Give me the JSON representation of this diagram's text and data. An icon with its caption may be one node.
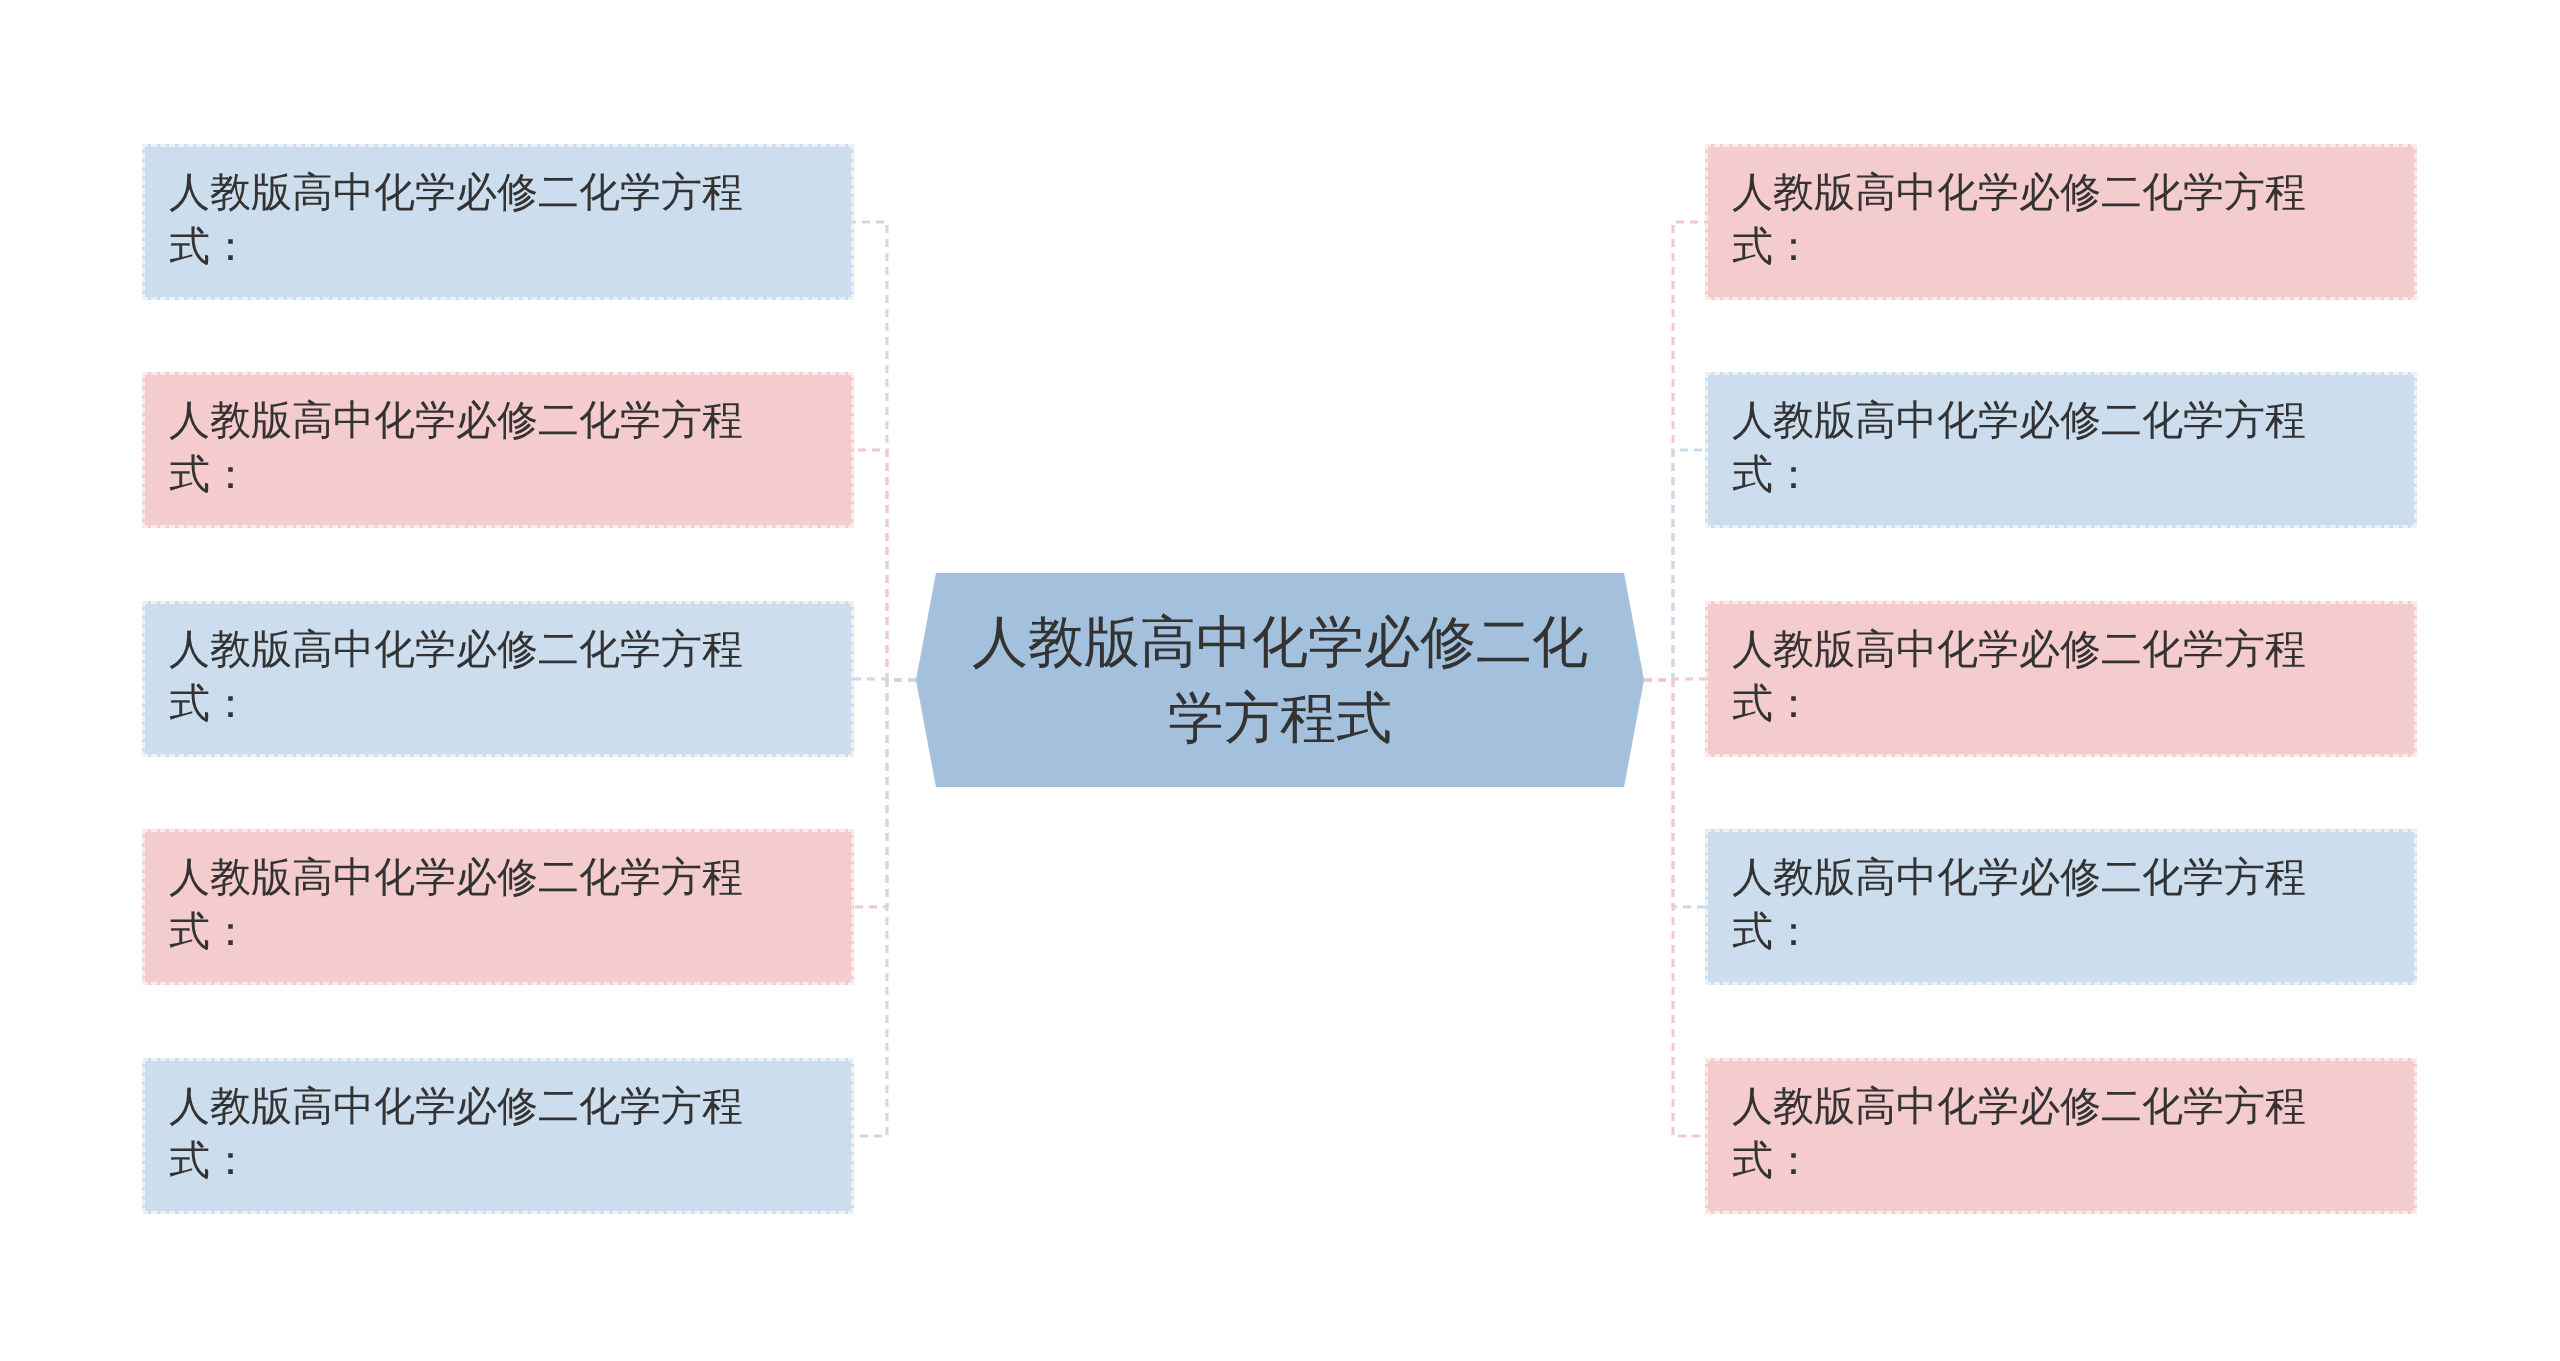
{
  "diagram": {
    "nodes": [
      {
        "text": [
          "人教版高中化学必修二化学方程式"
        ]
      },
      {
        "text": [
          "人教版高中化学必修二化学方程式："
        ]
      },
      {
        "text": [
          "人教版高中化学必修二化学方程式："
        ]
      },
      {
        "text": [
          "人教版高中化学必修二化学方程式："
        ]
      },
      {
        "text": [
          "人教版高中化学必修二化学方程式："
        ]
      },
      {
        "text": [
          "人教版高中化学必修二化学方程式："
        ]
      },
      {
        "text": [
          "人教版高中化学必修二化学方程式："
        ]
      },
      {
        "text": [
          "人教版高中化学必修二化学方程式："
        ]
      },
      {
        "text": [
          "人教版高中化学必修二化学方程式："
        ]
      },
      {
        "text": [
          "人教版高中化学必修二化学方程式："
        ]
      },
      {
        "text": [
          "人教版高中化学必修二化学方程式："
        ]
      }
    ],
    "edges": [
      {
        "from": 0,
        "to": 1,
        "arrow": "none",
        "style": "dashed",
        "color": "#c9d9ea"
      },
      {
        "from": 0,
        "to": 2,
        "arrow": "none",
        "style": "dashed",
        "color": "#f2c9cb"
      },
      {
        "from": 0,
        "to": 3,
        "arrow": "none",
        "style": "dashed",
        "color": "#c9d9ea"
      },
      {
        "from": 0,
        "to": 4,
        "arrow": "none",
        "style": "dashed",
        "color": "#f2c9cb"
      },
      {
        "from": 0,
        "to": 5,
        "arrow": "none",
        "style": "dashed",
        "color": "#c9d9ea"
      },
      {
        "from": 0,
        "to": 6,
        "arrow": "none",
        "style": "dashed",
        "color": "#f2c9cb"
      },
      {
        "from": 0,
        "to": 7,
        "arrow": "none",
        "style": "dashed",
        "color": "#c9d9ea"
      },
      {
        "from": 0,
        "to": 8,
        "arrow": "none",
        "style": "dashed",
        "color": "#f2c9cb"
      },
      {
        "from": 0,
        "to": 9,
        "arrow": "none",
        "style": "dashed",
        "color": "#c9d9ea"
      },
      {
        "from": 0,
        "to": 10,
        "arrow": "none",
        "style": "dashed",
        "color": "#f2c9cb"
      }
    ]
  }
}
